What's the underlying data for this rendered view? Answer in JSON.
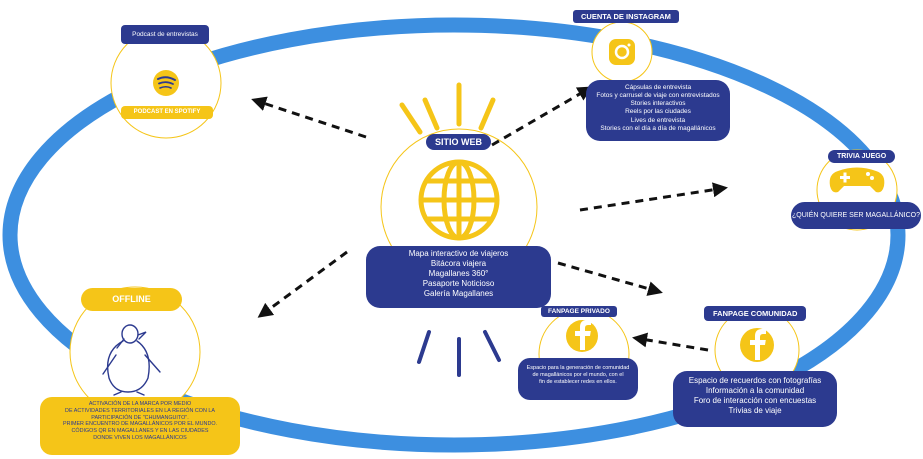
{
  "website": {
    "title": "SITIO WEB",
    "items": [
      "Mapa interactivo de viajeros",
      "Bitácora viajera",
      "Magallanes 360°",
      "Pasaporte Noticioso",
      "Galería Magallanes"
    ]
  },
  "spotify": {
    "top_label": "Podcast de entrevistas",
    "bottom_label": "PODCAST EN SPOTIFY"
  },
  "instagram": {
    "title": "CUENTA DE INSTAGRAM",
    "items": [
      "Cápsulas de entrevista",
      "Fotos y carrusel de viaje con entrevistados",
      "Stories interactivos",
      "Reels por las ciudades",
      "Lives de entrevista",
      "Stories con el día a día de magallánicos"
    ]
  },
  "trivia": {
    "title": "TRIVIA JUEGO",
    "label": "¿QUIÉN QUIERE SER MAGALLÁNICO?"
  },
  "fanpage_private": {
    "title": "FANPAGE PRIVADO",
    "lines": [
      "Espacio para la generación de comunidad",
      "de magallánicos por el mundo, con el",
      "fin de establecer redes en ellos."
    ]
  },
  "fanpage_community": {
    "title": "FANPAGE COMUNIDAD",
    "items": [
      "Espacio de recuerdos con fotografías",
      "Información a la comunidad",
      "Foro de interacción con encuestas",
      "Trivias de viaje"
    ]
  },
  "offline": {
    "title": "OFFLINE",
    "lines": [
      "ACTIVACIÓN DE LA MARCA POR MEDIO",
      "DE ACTIVIDADES TERRITORIALES EN LA REGIÓN CON LA",
      "PARTICIPACIÓN DE \"CHUMANGUITO\".",
      "PRIMER ENCUENTRO DE MAGALLÁNICOS POR EL MUNDO.",
      "CÓDIGOS QR EN MAGALLANES Y EN LAS CIUDADES",
      "DONDE VIVEN LOS MAGALLÁNICOS"
    ]
  },
  "colors": {
    "ellipse": "#3d8fe0",
    "navy": "#2c3a8f",
    "yellow": "#f5c518",
    "arrow": "#111111"
  },
  "icons": [
    "globe-icon",
    "spotify-icon",
    "instagram-icon",
    "gamepad-icon",
    "facebook-icon",
    "penguin-icon"
  ]
}
